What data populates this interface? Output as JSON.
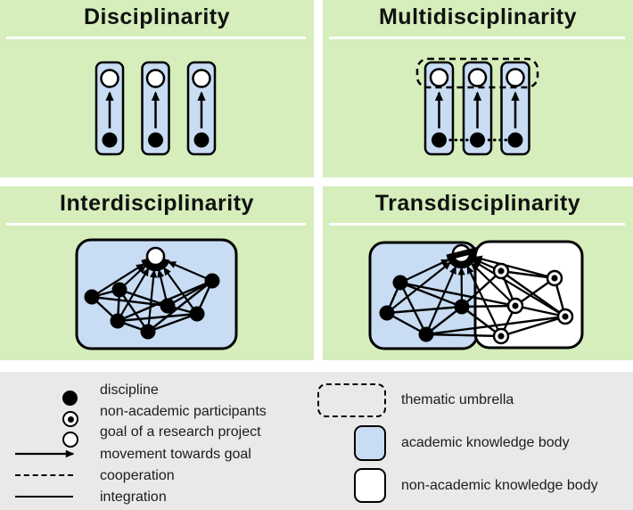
{
  "panels": [
    {
      "title": "Disciplinarity"
    },
    {
      "title": "Multidisciplinarity"
    },
    {
      "title": "Interdisciplinarity"
    },
    {
      "title": "Transdisciplinarity"
    }
  ],
  "legend": {
    "symbols": [
      {
        "name": "discipline",
        "label": "discipline"
      },
      {
        "name": "non-academic-participants",
        "label": "non-academic participants"
      },
      {
        "name": "goal-of-a-research-project",
        "label": "goal of a research project"
      },
      {
        "name": "movement-towards-goal",
        "label": "movement towards goal"
      },
      {
        "name": "cooperation",
        "label": "cooperation"
      },
      {
        "name": "integration",
        "label": "integration"
      }
    ],
    "areas": [
      {
        "name": "thematic-umbrella",
        "label": "thematic umbrella"
      },
      {
        "name": "academic-knowledge-body",
        "label": "academic knowledge body"
      },
      {
        "name": "non-academic-knowledge-body",
        "label": "non-academic knowledge body"
      }
    ]
  },
  "diagram": {
    "disciplinarity": {
      "disciplines": 3,
      "goals": 3,
      "umbrella": false,
      "cooperation": false,
      "integration": false
    },
    "multidisciplinarity": {
      "disciplines": 3,
      "goals": 3,
      "umbrella": true,
      "cooperation": true,
      "integration": false
    },
    "interdisciplinarity": {
      "disciplines": 7,
      "goals": 1,
      "academic_bodies": 1,
      "integration": true
    },
    "transdisciplinarity": {
      "disciplines": 4,
      "non_academic_participants": 5,
      "goals": 1,
      "academic_bodies": 1,
      "non_academic_bodies": 1,
      "integration": true
    }
  },
  "colors": {
    "panel_green": "#d5eebc",
    "academic_blue": "#c8dcf3",
    "legend_gray": "#e9e9e9",
    "outline_black": "#000000",
    "underline_white": "#ffffff"
  }
}
